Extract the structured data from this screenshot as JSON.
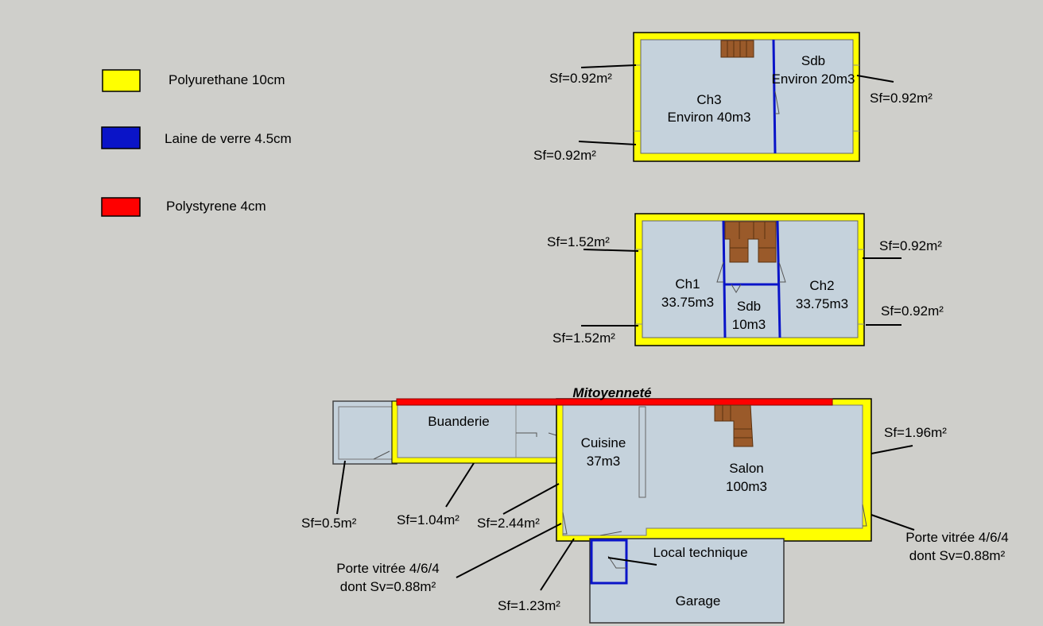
{
  "legend": [
    {
      "label": "Polyurethane 10cm",
      "color": "#ffff00"
    },
    {
      "label": "Laine de verre 4.5cm",
      "color": "#0a14c8"
    },
    {
      "label": "Polystyrene 4cm",
      "color": "#ff0000"
    }
  ],
  "colors": {
    "background": "#cfcfcb",
    "room_fill": "#c5d2dc",
    "polyurethane": "#ffff00",
    "laine_de_verre": "#0a14c8",
    "polystyrene": "#ff0000",
    "stair": "#9a5a2a"
  },
  "floor2": {
    "rooms": [
      {
        "name": "Ch3",
        "volume": "Environ 40m3"
      },
      {
        "name": "Sdb",
        "volume": "Environ 20m3"
      }
    ],
    "surfaces": [
      "Sf=0.92m²",
      "Sf=0.92m²",
      "Sf=0.92m²"
    ]
  },
  "floor1": {
    "rooms": [
      {
        "name": "Ch1",
        "volume": "33.75m3"
      },
      {
        "name": "Sdb",
        "volume": "10m3"
      },
      {
        "name": "Ch2",
        "volume": "33.75m3"
      }
    ],
    "surfaces": [
      "Sf=1.52m²",
      "Sf=1.52m²",
      "Sf=0.92m²",
      "Sf=0.92m²"
    ]
  },
  "ground": {
    "mitoyennete": "Mitoyenneté",
    "rooms": {
      "buanderie": "Buanderie",
      "cuisine": "Cuisine",
      "cuisine_vol": "37m3",
      "salon": "Salon",
      "salon_vol": "100m3",
      "local": "Local technique",
      "garage": "Garage"
    },
    "surfaces": {
      "sf05": "Sf=0.5m²",
      "sf104": "Sf=1.04m²",
      "sf244": "Sf=2.44m²",
      "sf123": "Sf=1.23m²",
      "sf196": "Sf=1.96m²"
    },
    "door_left": [
      "Porte vitrée 4/6/4",
      "dont Sv=0.88m²"
    ],
    "door_right": [
      "Porte vitrée 4/6/4",
      "dont Sv=0.88m²"
    ]
  }
}
